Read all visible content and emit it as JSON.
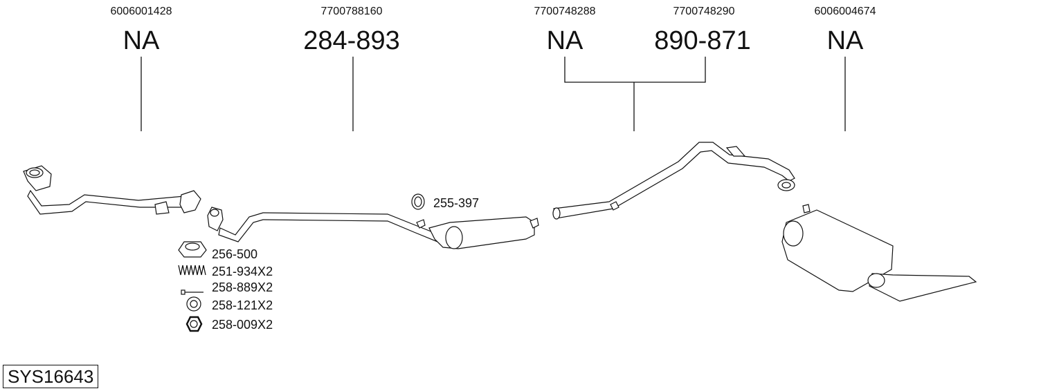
{
  "system_code": "SYS16643",
  "parts": [
    {
      "oem": "6006001428",
      "code": "NA"
    },
    {
      "oem": "7700788160",
      "code": "284-893"
    },
    {
      "oem": "7700748288",
      "code": "NA"
    },
    {
      "oem": "7700748290",
      "code": "890-871"
    },
    {
      "oem": "6006004674",
      "code": "NA"
    }
  ],
  "accessories": [
    {
      "label": "255-397",
      "icon": "clamp-ring-icon"
    },
    {
      "label": "256-500",
      "icon": "gasket-ring-icon"
    },
    {
      "label": "251-934X2",
      "icon": "spring-icon"
    },
    {
      "label": "258-889X2",
      "icon": "bolt-icon"
    },
    {
      "label": "258-121X2",
      "icon": "washer-icon"
    },
    {
      "label": "258-009X2",
      "icon": "nut-icon"
    }
  ]
}
